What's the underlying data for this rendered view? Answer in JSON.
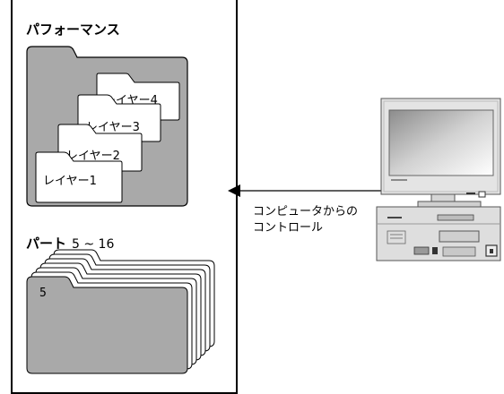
{
  "performance_label": "パフォーマンス",
  "layers": [
    "レイヤー1",
    "レイヤー2",
    "レイヤー3",
    "レイヤー4"
  ],
  "part": {
    "label": "パート",
    "range": "5 ~ 16",
    "front_number": "5"
  },
  "caption": {
    "line1": "コンピュータからの",
    "line2": "コントロール"
  },
  "colors": {
    "folder_fill": "#a9a9a9",
    "folder_stroke": "#000000",
    "card_fill": "#ffffff"
  }
}
